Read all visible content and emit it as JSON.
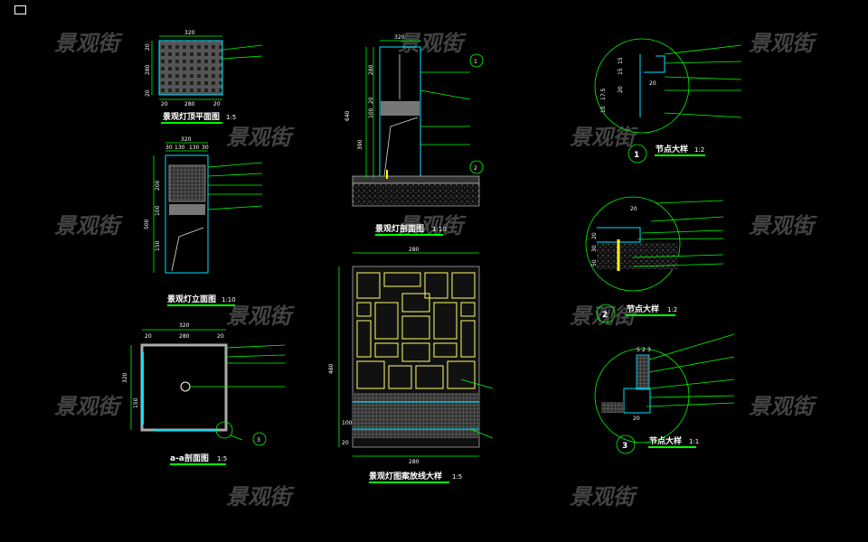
{
  "watermark": "景观街",
  "views": {
    "top_plan": {
      "title": "景观灯顶平面图",
      "scale": "1:5",
      "dims": [
        "320",
        "20",
        "280",
        "20",
        "20",
        "280",
        "20"
      ]
    },
    "elevation": {
      "title": "景观灯立面图",
      "scale": "1:10",
      "dims": [
        "320",
        "30",
        "130",
        "130",
        "30",
        "500",
        "200",
        "100",
        "150"
      ]
    },
    "section_aa": {
      "title": "a-a剖面图",
      "scale": "1:5",
      "dims": [
        "320",
        "20",
        "280",
        "20",
        "320",
        "150"
      ],
      "callout": "3"
    },
    "section": {
      "title": "景观灯剖面图",
      "scale": "1:10",
      "dims": [
        "320",
        "280",
        "20",
        "100",
        "390",
        "640"
      ],
      "callouts": [
        "1",
        "2"
      ]
    },
    "pattern": {
      "title": "景观灯图案放线大样",
      "scale": "1:5",
      "dims": [
        "280",
        "480",
        "100",
        "20",
        "280"
      ]
    },
    "node1": {
      "number": "1",
      "title": "节点大样",
      "scale": "1:2",
      "dims": [
        "10",
        "17.5",
        "20",
        "15",
        "15",
        "20"
      ]
    },
    "node2": {
      "number": "2",
      "title": "节点大样",
      "scale": "1:2",
      "dims": [
        "20",
        "20",
        "30",
        "50"
      ]
    },
    "node3": {
      "number": "3",
      "title": "节点大样",
      "scale": "1:1",
      "dims": [
        "5",
        "2",
        "3",
        "20"
      ]
    }
  }
}
